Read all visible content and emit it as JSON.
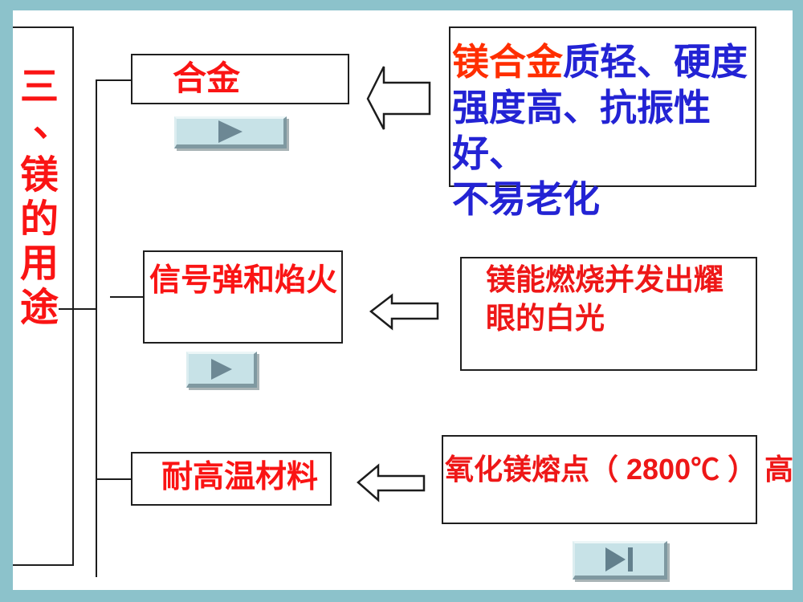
{
  "title": {
    "text": "三、镁的用途",
    "chars": [
      "三",
      "、",
      "镁",
      "的",
      "用",
      "途"
    ]
  },
  "nodes": [
    {
      "label": "合金"
    },
    {
      "label": "信号弹和焰火"
    },
    {
      "label": "耐高温材料"
    }
  ],
  "notes": [
    {
      "highlight": "镁合金",
      "body": "质轻、硬度\n强度高、抗振性好、\n不易老化"
    },
    {
      "body": "镁能燃烧并发出耀\n眼的白光"
    },
    {
      "body": "氧化镁熔点（ 2800℃ ） 高"
    }
  ],
  "buttons": [
    {
      "icon": "play-icon"
    },
    {
      "icon": "play-icon"
    },
    {
      "icon": "skip-to-end-icon"
    }
  ],
  "colors": {
    "frame_teal": "#8cc2cb",
    "node_red": "#fa1414",
    "highlight_red": "#ff2e00",
    "note_blue": "#2323d4",
    "note_red": "#ee1717",
    "line_black": "#1c1c1c",
    "button_fill": "#c7e2e7",
    "button_icon": "#6d8894"
  }
}
